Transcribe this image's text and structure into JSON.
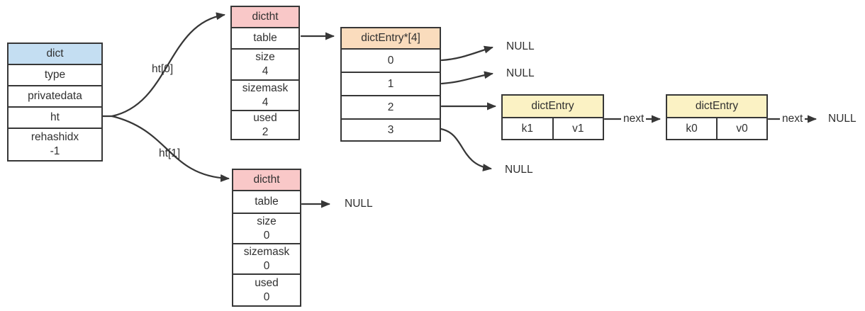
{
  "colors": {
    "bg": "#ffffff",
    "border": "#373737",
    "text": "#303030",
    "arrow": "#373737",
    "dict-header": "#c4def2",
    "dictht-header": "#f9c8c8",
    "bucket-header": "#fadcbd",
    "entry-header": "#fbf2c4"
  },
  "labels": {
    "null": "NULL",
    "next": "next",
    "ht0": "ht[0]",
    "ht1": "ht[1]"
  },
  "dict": {
    "title": "dict",
    "rows": [
      {
        "label": "type"
      },
      {
        "label": "privatedata"
      },
      {
        "label": "ht"
      },
      {
        "label": "rehashidx",
        "value": "-1"
      }
    ]
  },
  "dictht0": {
    "title": "dictht",
    "rows": [
      {
        "label": "table"
      },
      {
        "label": "size",
        "value": "4"
      },
      {
        "label": "sizemask",
        "value": "4"
      },
      {
        "label": "used",
        "value": "2"
      }
    ]
  },
  "dictht1": {
    "title": "dictht",
    "rows": [
      {
        "label": "table"
      },
      {
        "label": "size",
        "value": "0"
      },
      {
        "label": "sizemask",
        "value": "0"
      },
      {
        "label": "used",
        "value": "0"
      }
    ]
  },
  "bucket": {
    "title": "dictEntry*[4]",
    "slots": [
      "0",
      "1",
      "2",
      "3"
    ]
  },
  "entries": [
    {
      "title": "dictEntry",
      "key": "k1",
      "value": "v1"
    },
    {
      "title": "dictEntry",
      "key": "k0",
      "value": "v0"
    }
  ]
}
